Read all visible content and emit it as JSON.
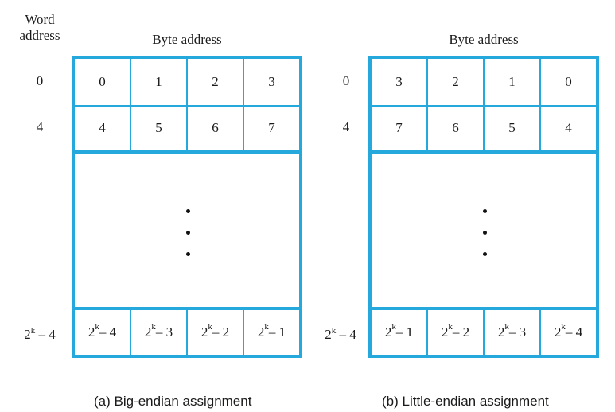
{
  "word_address_header": [
    "Word",
    "address"
  ],
  "byte_address_header": "Byte address",
  "word_labels": [
    "0",
    "4"
  ],
  "last_word_label": {
    "base": "2",
    "exp": "k",
    "rest": " – 4"
  },
  "big_endian": {
    "rows": [
      [
        "0",
        "1",
        "2",
        "3"
      ],
      [
        "4",
        "5",
        "6",
        "7"
      ]
    ],
    "last_row": [
      {
        "base": "2",
        "exp": "k",
        "rest": " – 4"
      },
      {
        "base": "2",
        "exp": "k",
        "rest": " – 3"
      },
      {
        "base": "2",
        "exp": "k",
        "rest": " – 2"
      },
      {
        "base": "2",
        "exp": "k",
        "rest": " – 1"
      }
    ],
    "caption": "(a) Big-endian assignment"
  },
  "little_endian": {
    "rows": [
      [
        "3",
        "2",
        "1",
        "0"
      ],
      [
        "7",
        "6",
        "5",
        "4"
      ]
    ],
    "last_row": [
      {
        "base": "2",
        "exp": "k",
        "rest": " – 1"
      },
      {
        "base": "2",
        "exp": "k",
        "rest": " – 2"
      },
      {
        "base": "2",
        "exp": "k",
        "rest": " – 3"
      },
      {
        "base": "2",
        "exp": "k",
        "rest": " – 4"
      }
    ],
    "caption": "(b) Little-endian assignment"
  },
  "colors": {
    "border": "#25a8dc"
  }
}
